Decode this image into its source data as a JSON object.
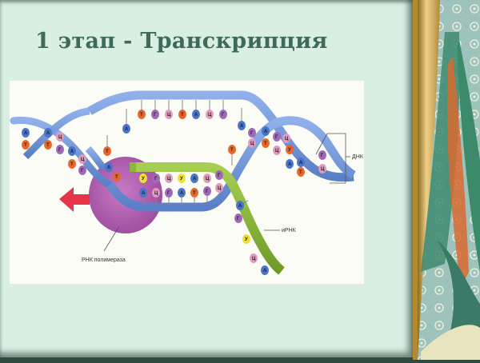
{
  "slide": {
    "title": "1 этап - Транскрипция"
  },
  "diagram": {
    "labels": {
      "dna": "ДНК",
      "mrna": "иРНК",
      "polymerase": "РНК полимераза"
    },
    "colors": {
      "background": "#d9efe2",
      "title": "#3e6a58",
      "dna_strand": "#6f95d8",
      "mrna_strand": "#8ab83a",
      "polymerase": "#b05cae",
      "arrow": "#e8344a",
      "base_A": "#4a74c8",
      "base_T": "#e8662a",
      "base_G": "#a069b8",
      "base_C": "#e39ac0",
      "base_U": "#f0e030"
    },
    "top_strand_bases": [
      "Т",
      "Г",
      "Ц",
      "Т",
      "А",
      "Ц",
      "Г",
      "А"
    ],
    "mrna_bases": [
      "У",
      "Г",
      "Ц",
      "У",
      "А",
      "Ц",
      "Г"
    ],
    "template_bases": [
      "А",
      "Ц",
      "Г",
      "А",
      "Т",
      "Г",
      "Ц"
    ],
    "mrna_tail_bases": [
      "А",
      "Г",
      "У",
      "Ц",
      "А"
    ],
    "left_helix_bases": [
      "А",
      "Т",
      "А",
      "Т",
      "Ц",
      "Г",
      "А",
      "Т",
      "Ц",
      "Г",
      "Т",
      "А"
    ],
    "right_helix_bases": [
      "Г",
      "Ц",
      "Т",
      "А",
      "Г",
      "Ц",
      "Т",
      "Ц",
      "У",
      "А",
      "А",
      "Т",
      "Г",
      "Ц"
    ]
  }
}
